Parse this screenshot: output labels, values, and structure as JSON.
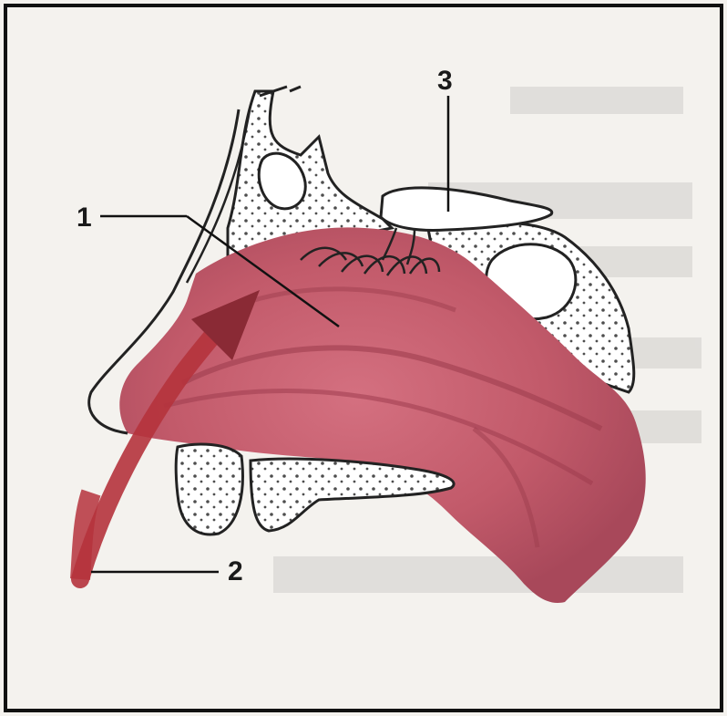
{
  "labels": {
    "one": "1",
    "two": "2",
    "three": "3"
  },
  "colors": {
    "background": "#f4f2ee",
    "frame": "#111111",
    "mucosa": "#c25a6a",
    "mucosa_dark": "#9e3d4e",
    "arrow": "#b5333c",
    "bone_outline": "#222222",
    "bone_fill": "#ffffff"
  }
}
